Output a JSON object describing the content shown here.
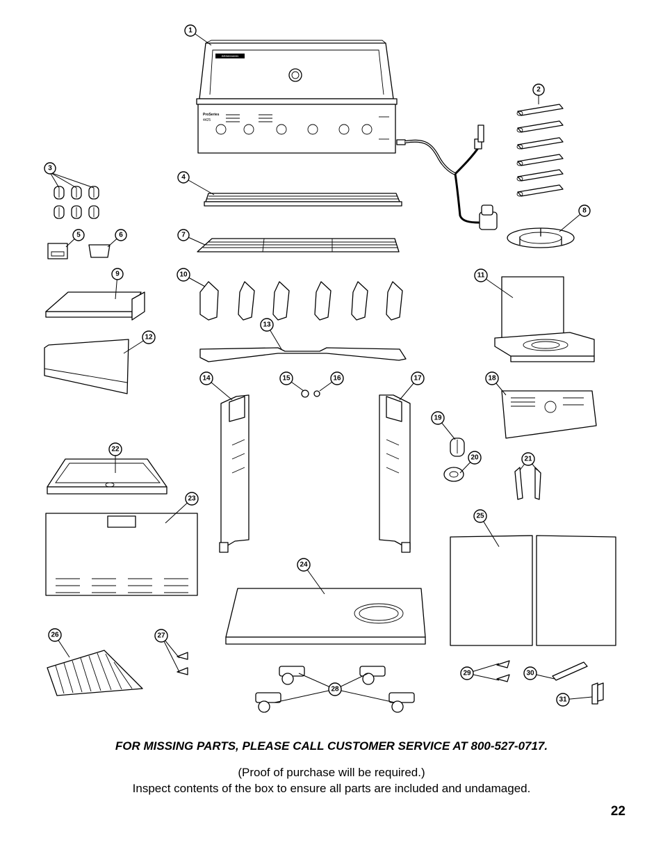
{
  "callouts": [
    "1",
    "2",
    "3",
    "4",
    "5",
    "6",
    "7",
    "8",
    "9",
    "10",
    "11",
    "12",
    "13",
    "14",
    "15",
    "16",
    "17",
    "18",
    "19",
    "20",
    "21",
    "22",
    "23",
    "24",
    "25",
    "26",
    "27",
    "28",
    "29",
    "30",
    "31"
  ],
  "grill_brand": "BRINKMANN",
  "grill_series": "ProSeries",
  "grill_model": "4425",
  "notice_missing_parts": "FOR MISSING PARTS, PLEASE CALL CUSTOMER SERVICE AT 800-527-0717.",
  "notice_proof": "(Proof of purchase will be required.)",
  "notice_inspect": "Inspect contents of the box to ensure all parts are included and undamaged.",
  "page_number": "22"
}
